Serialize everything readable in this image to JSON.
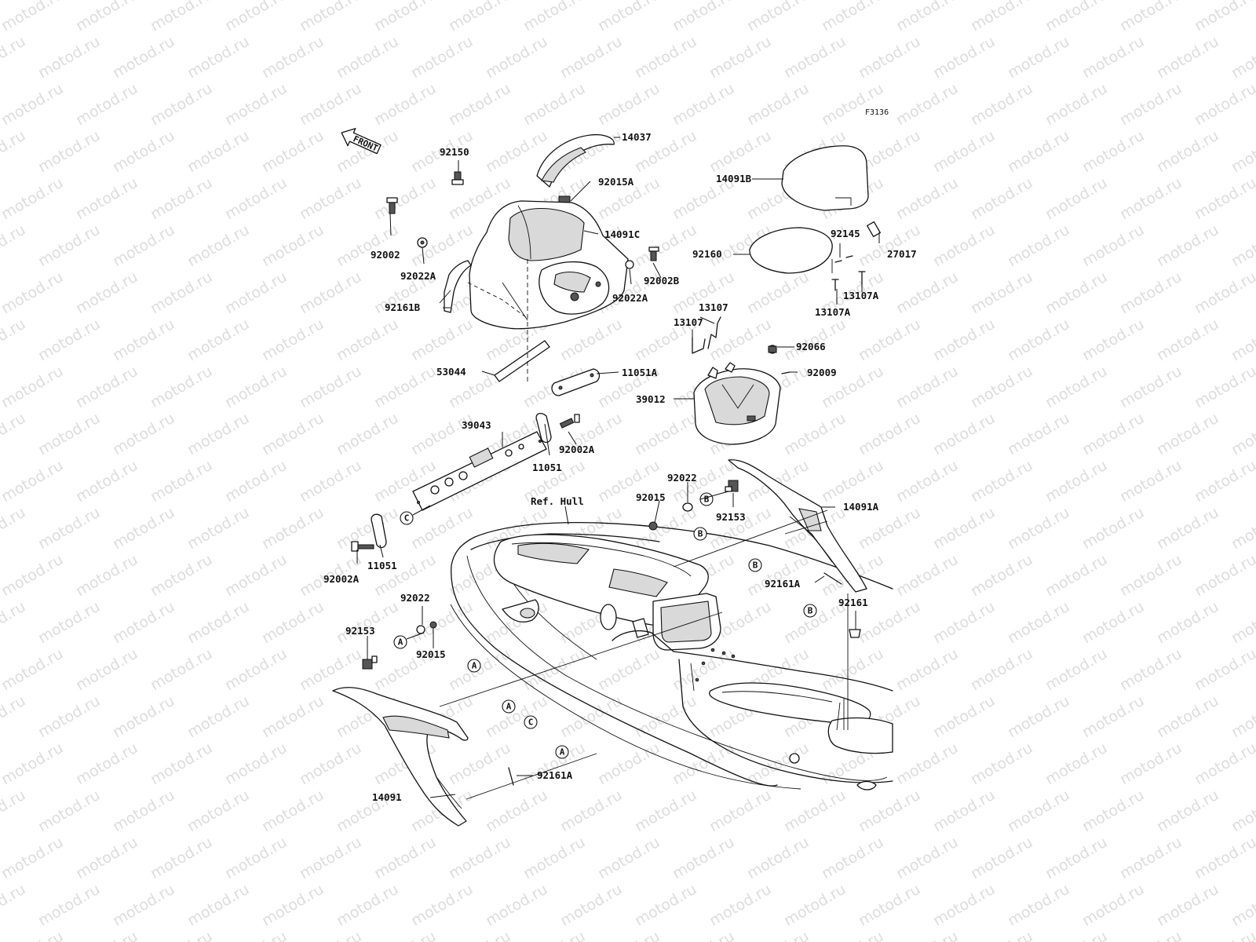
{
  "figure_code": "F3136",
  "watermark": "motod.ru",
  "front_label": "FRONT",
  "ref_hull_label": "Ref. Hull",
  "colors": {
    "line": "#111111",
    "watermark": "#c7c7c7",
    "background": "#ffffff"
  },
  "parts": [
    "14037",
    "92150",
    "92015A",
    "14091C",
    "92002",
    "92022A",
    "92002B",
    "92022A",
    "92161B",
    "53044",
    "11051A",
    "39043",
    "11051",
    "92002A",
    "11051",
    "92002A",
    "14091B",
    "92160",
    "92145",
    "27017",
    "13107A",
    "13107A",
    "13107",
    "13107",
    "92066",
    "92009",
    "39012",
    "92022",
    "92015",
    "92153",
    "14091A",
    "92161A",
    "92161",
    "92022",
    "92153",
    "92015",
    "14091",
    "92161A"
  ],
  "refs": [
    "A",
    "A",
    "A",
    "A",
    "B",
    "B",
    "B",
    "B",
    "C",
    "C"
  ]
}
